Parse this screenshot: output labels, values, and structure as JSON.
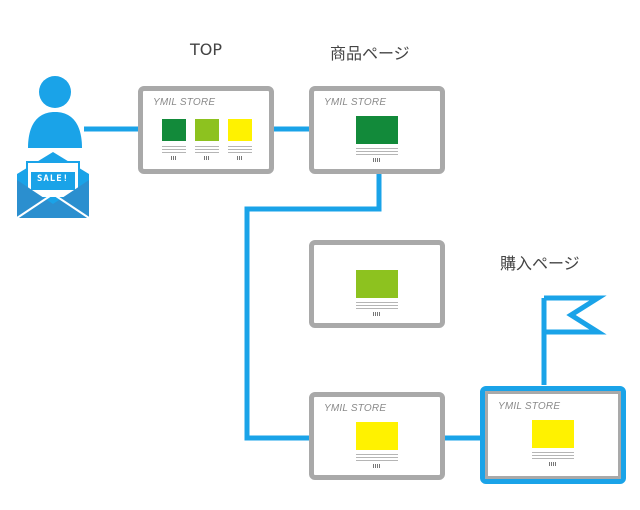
{
  "labels": {
    "top": "TOP",
    "product_page": "商品ページ",
    "purchase_page": "購入ページ"
  },
  "store_name": "YMIL STORE",
  "email_badge": "SALE!",
  "colors": {
    "connector": "#1aa3e8",
    "frame": "#a9a9a9",
    "user": "#1aa3e8",
    "dark_green": "#128a3a",
    "light_green": "#8dc21f",
    "yellow": "#fff200"
  }
}
